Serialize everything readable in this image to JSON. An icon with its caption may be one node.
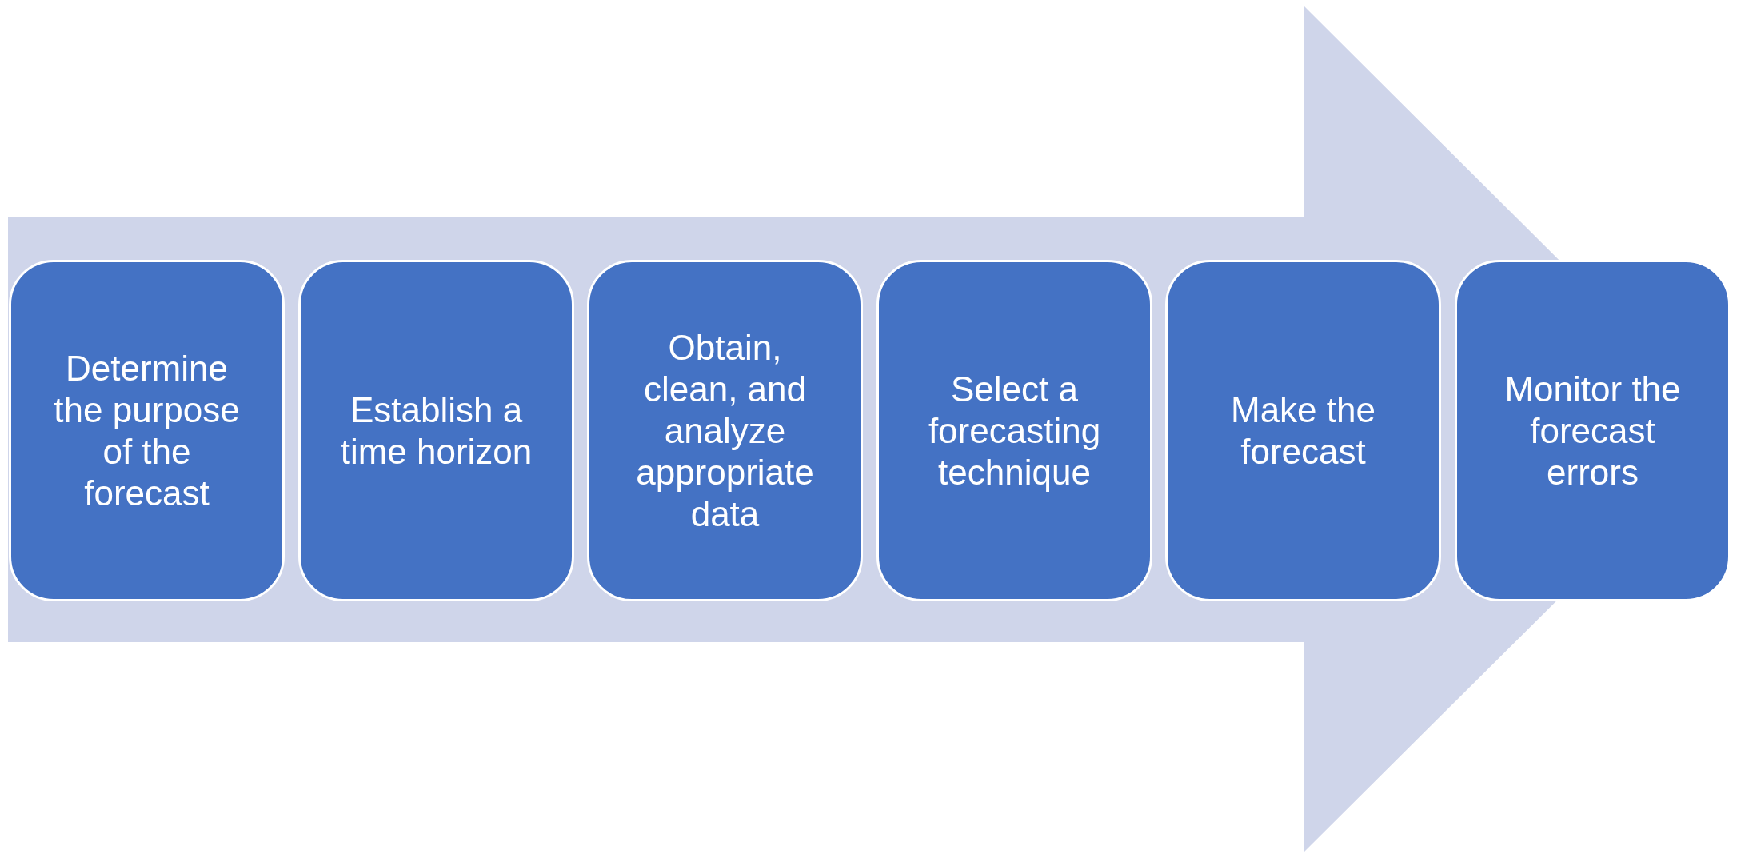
{
  "diagram": {
    "nodes": [
      {
        "text": [
          "Determine the purpose of the forecast"
        ]
      },
      {
        "text": [
          "Establish a time horizon"
        ]
      },
      {
        "text": [
          "Obtain, clean, and analyze appropriate data"
        ]
      },
      {
        "text": [
          "Select a forecasting technique"
        ]
      },
      {
        "text": [
          "Make the forecast"
        ]
      },
      {
        "text": [
          "Monitor the forecast errors"
        ]
      }
    ],
    "edges": [
      {
        "from": 0,
        "to": 5,
        "arrow": "to"
      }
    ]
  }
}
